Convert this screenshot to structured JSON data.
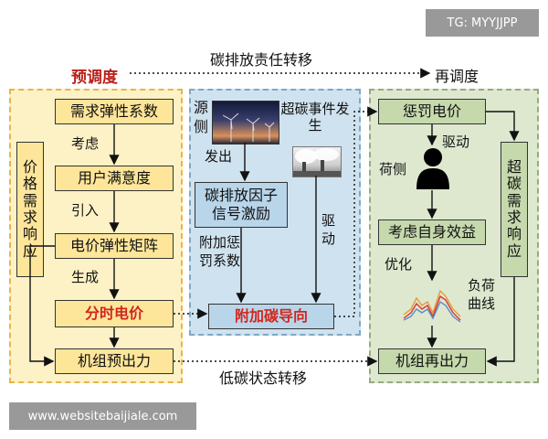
{
  "watermarks": {
    "top_right": "TG: MYYJJPP",
    "bottom_left": "www.websitebaijiale.com"
  },
  "top": {
    "pre_dispatch": "预调度",
    "carbon_responsibility": "碳排放责任转移",
    "re_dispatch": "再调度"
  },
  "bottom": {
    "low_carbon_state": "低碳状态转移"
  },
  "left": {
    "elasticity_coeff": "需求弹性系数",
    "consider": "考虑",
    "user_satisfaction": "用户满意度",
    "introduce": "引入",
    "price_matrix": "电价弹性矩阵",
    "generate": "生成",
    "tou_price": "分时电价",
    "unit_pre_output": "机组预出力",
    "price_demand_response": "价格需求响应"
  },
  "middle": {
    "source_side": "源侧",
    "carbon_excess_event": "超碳事件发生",
    "emit": "发出",
    "emission_signal": "碳排放因子信号激励",
    "additional_penalty": "附加惩罚系数",
    "drive": "驱动",
    "additional_carbon_guide": "附加碳导向"
  },
  "right": {
    "penalty_price": "惩罚电价",
    "drive": "驱动",
    "load_side": "荷侧",
    "self_benefit": "考虑自身效益",
    "optimize": "优化",
    "load_curve": "负荷曲线",
    "unit_re_output": "机组再出力",
    "carbon_excess_demand_response": "超碳需求响应"
  },
  "icons": {
    "wind_turbines": "wind-turbine-image",
    "factory_smoke": "factory-smoke-image",
    "user": "user-icon",
    "load_curves": "load-curve-icon"
  },
  "colors": {
    "yellow_panel": "#fdf1c6",
    "blue_panel": "#cfe2ef",
    "green_panel": "#dde8cf",
    "accent_red": "#d0271e"
  }
}
